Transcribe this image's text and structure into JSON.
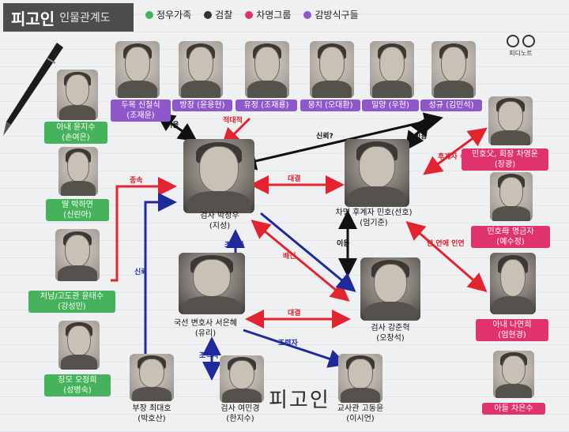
{
  "header": {
    "title": "피고인",
    "subtitle": "인물관계도"
  },
  "legend": [
    {
      "label": "정우가족",
      "color": "#46b35c"
    },
    {
      "label": "검찰",
      "color": "#333333"
    },
    {
      "label": "차명그룹",
      "color": "#e0336e"
    },
    {
      "label": "감방식구들",
      "color": "#8f57c9"
    }
  ],
  "logo": {
    "text": "피디노트"
  },
  "watermark": "피고인",
  "people": {
    "p_sinchul": {
      "label": "두목 신철식\n(조재윤)"
    },
    "p_bangjang": {
      "label": "방장 (윤용현)"
    },
    "p_yujeong": {
      "label": "유정 (조재룡)"
    },
    "p_mungchi": {
      "label": "뭉치 (오대환)"
    },
    "p_milyang": {
      "label": "밀양 (우현)"
    },
    "p_seonggyu": {
      "label": "성규 (김민석)"
    },
    "p_wife": {
      "label": "아내 윤지수\n(손여은)"
    },
    "p_daughter": {
      "label": "딸 박하연\n(신린아)"
    },
    "p_brother": {
      "label": "처남/고도관 윤태수\n(강성민)"
    },
    "p_mother": {
      "label": "장모 오정희\n(성병숙)"
    },
    "p_jeongwoo": {
      "label": "검사 박정우\n(지성)"
    },
    "p_minho": {
      "label": "차명 후계자 민호(선호)\n(엄기준)"
    },
    "p_eunhye": {
      "label": "국선 변호사 서은혜\n(유리)"
    },
    "p_jonghyuk": {
      "label": "검사 강준혁\n(오창석)"
    },
    "p_chairman": {
      "label": "민호父, 회장 차영운\n(장광)"
    },
    "p_minhomom": {
      "label": "민호母 명금자\n(예수정)"
    },
    "p_nayeonhee": {
      "label": "아내 나연희\n(엄현경)"
    },
    "p_son": {
      "label": "아들 차은수"
    },
    "p_daeho": {
      "label": "부장 최대호\n(박호산)"
    },
    "p_minyoung": {
      "label": "검사 여민경\n(한지수)"
    },
    "p_godongyun": {
      "label": "교사관 고동윤\n(이시언)"
    }
  },
  "relations": {
    "r1": "이용",
    "r2": "적대적",
    "r3": "신뢰?",
    "r4": "이용",
    "r5": "후계자 속임",
    "r6": "종속",
    "r7": "대결",
    "r8": "이용",
    "r9": "조력자",
    "r10": "배신",
    "r11": "한 연애 인연",
    "r12": "신뢰",
    "r13": "대결",
    "r14": "조력자",
    "r15": "조력자"
  }
}
